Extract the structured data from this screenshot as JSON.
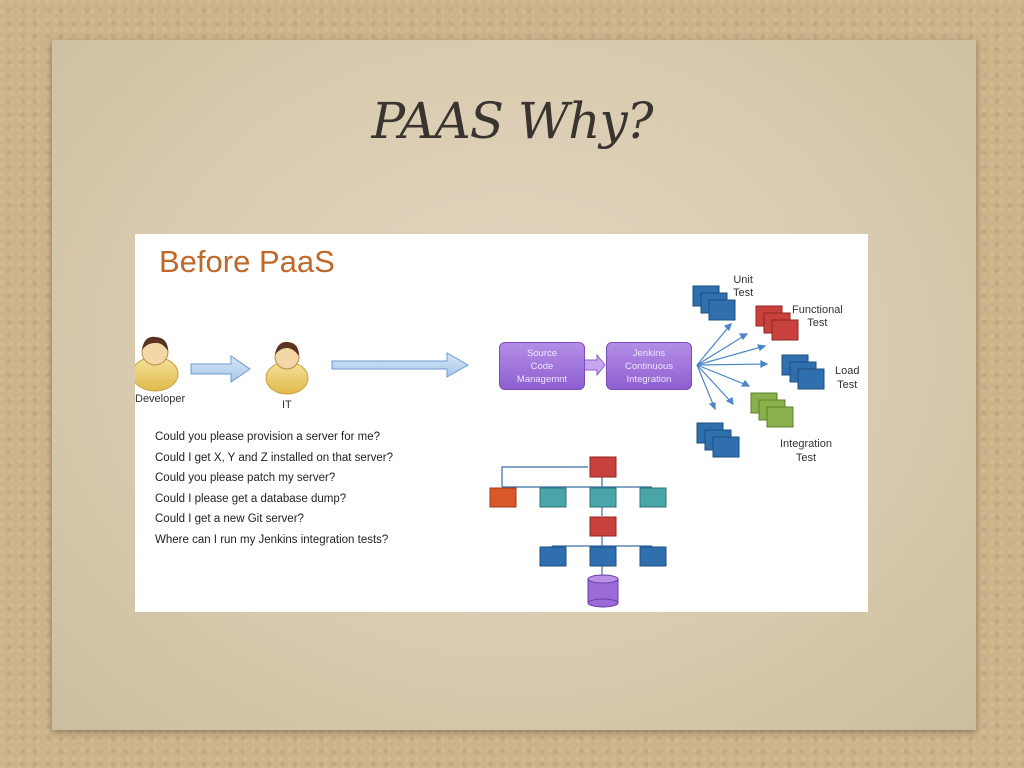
{
  "slide": {
    "title": "PAAS Why?"
  },
  "panel": {
    "heading": "Before PaaS",
    "developer_label": "Developer",
    "it_label": "IT",
    "questions": [
      "Could you please provision a server for me?",
      "Could I get X, Y and Z installed on that server?",
      "Could you please patch my server?",
      "Could I please get a database dump?",
      "Could I get a new Git server?",
      "Where can I run my Jenkins integration tests?"
    ],
    "pipeline": {
      "scm_line1": "Source",
      "scm_line2": "Code",
      "scm_line3": "Managemnt",
      "ci_line1": "Jenkins",
      "ci_line2": "Continuous",
      "ci_line3": "Integration"
    },
    "tests": {
      "unit_line1": "Unit",
      "unit_line2": "Test",
      "functional_line1": "Functional",
      "functional_line2": "Test",
      "load_line1": "Load",
      "load_line2": "Test",
      "integration_line1": "Integration",
      "integration_line2": "Test"
    }
  },
  "colors": {
    "heading": "#c0672a",
    "blue_box": "#2f6fad",
    "red_box": "#c9413c",
    "green_box": "#8ab04d",
    "teal_box": "#4aa5a8",
    "orange_box": "#d9582a",
    "purple_box": "#9b6cd8",
    "arrow_blue": "#b9d4ee"
  }
}
